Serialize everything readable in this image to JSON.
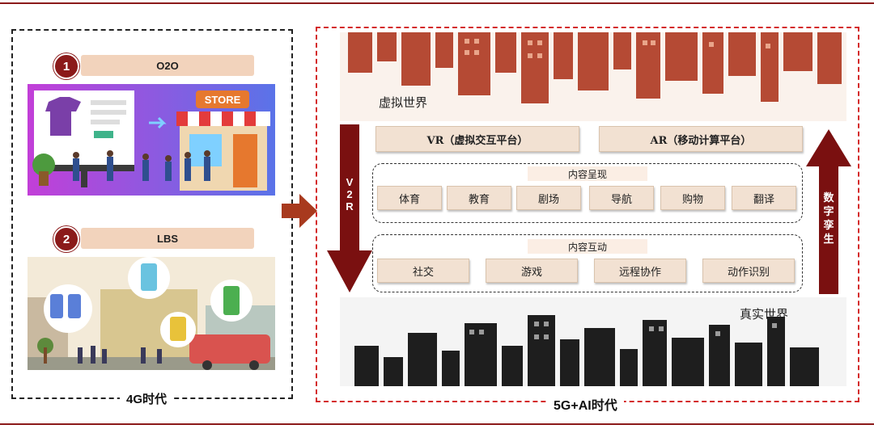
{
  "left_panel": {
    "label": "4G时代",
    "o2o": {
      "number": "1",
      "title": "O2O",
      "store_sign": "STORE"
    },
    "lbs": {
      "number": "2",
      "title": "LBS"
    }
  },
  "right_panel": {
    "label": "5G+AI时代",
    "virtual_world": "虚拟世界",
    "real_world": "真实世界",
    "platforms": [
      "VR（虚拟交互平台）",
      "AR（移动计算平台）"
    ],
    "content_presentation": {
      "title": "内容呈现",
      "items": [
        "体育",
        "教育",
        "剧场",
        "导航",
        "购物",
        "翻译"
      ]
    },
    "content_interaction": {
      "title": "内容互动",
      "items": [
        "社交",
        "游戏",
        "远程协作",
        "动作识别"
      ]
    },
    "down_arrow_text": [
      "V",
      "2",
      "R"
    ],
    "up_arrow_text": [
      "数",
      "字",
      "孪",
      "生"
    ]
  },
  "colors": {
    "accent": "#8b1a1a",
    "pill": "#f2d3bc",
    "button": "#f2e1d2",
    "red_dash": "#d42a2a"
  }
}
